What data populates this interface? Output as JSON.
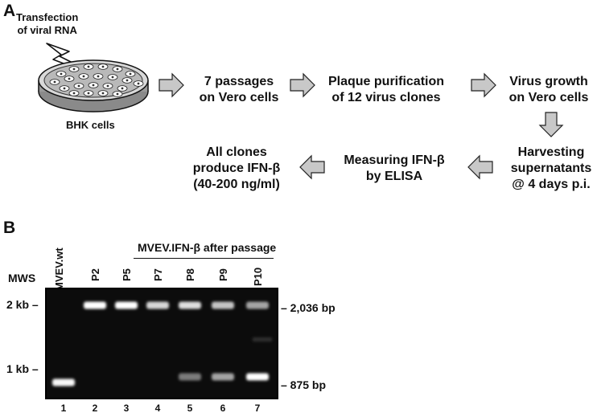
{
  "panel_a": {
    "letter": "A",
    "transfection_line1": "Transfection",
    "transfection_line2": "of viral RNA",
    "dish_label": "BHK cells",
    "steps": [
      {
        "line1": "7 passages",
        "line2": "on Vero cells"
      },
      {
        "line1": "Plaque purification",
        "line2": "of 12 virus clones"
      },
      {
        "line1": "Virus growth",
        "line2": "on Vero cells"
      },
      {
        "line1": "Harvesting",
        "line2": "supernatants",
        "line3": "@ 4 days p.i."
      },
      {
        "line1": "Measuring IFN-β",
        "line2": "by ELISA"
      },
      {
        "line1": "All clones",
        "line2": "produce IFN-β",
        "line3": "(40-200 ng/ml)"
      }
    ],
    "arrow_color": "#c8c8c8"
  },
  "panel_b": {
    "letter": "B",
    "group_label": "MVEV.IFN-β after passage",
    "wt_label": "MVEV.wt",
    "mws_label": "MWS",
    "lanes": [
      "P2",
      "P5",
      "P7",
      "P8",
      "P9",
      "P10"
    ],
    "lane_numbers": [
      "1",
      "2",
      "3",
      "4",
      "5",
      "6",
      "7"
    ],
    "marker_2kb": "2 kb –",
    "marker_1kb": "1 kb –",
    "band_upper": "– 2,036 bp",
    "band_lower": "– 875 bp",
    "upper_band_intensity": [
      0,
      1.0,
      1.0,
      0.75,
      0.8,
      0.65,
      0.45
    ],
    "lower_band_intensity": [
      0.95,
      0,
      0,
      0,
      0.2,
      0.45,
      1.0
    ],
    "gel_color": "#0c0c0c"
  }
}
